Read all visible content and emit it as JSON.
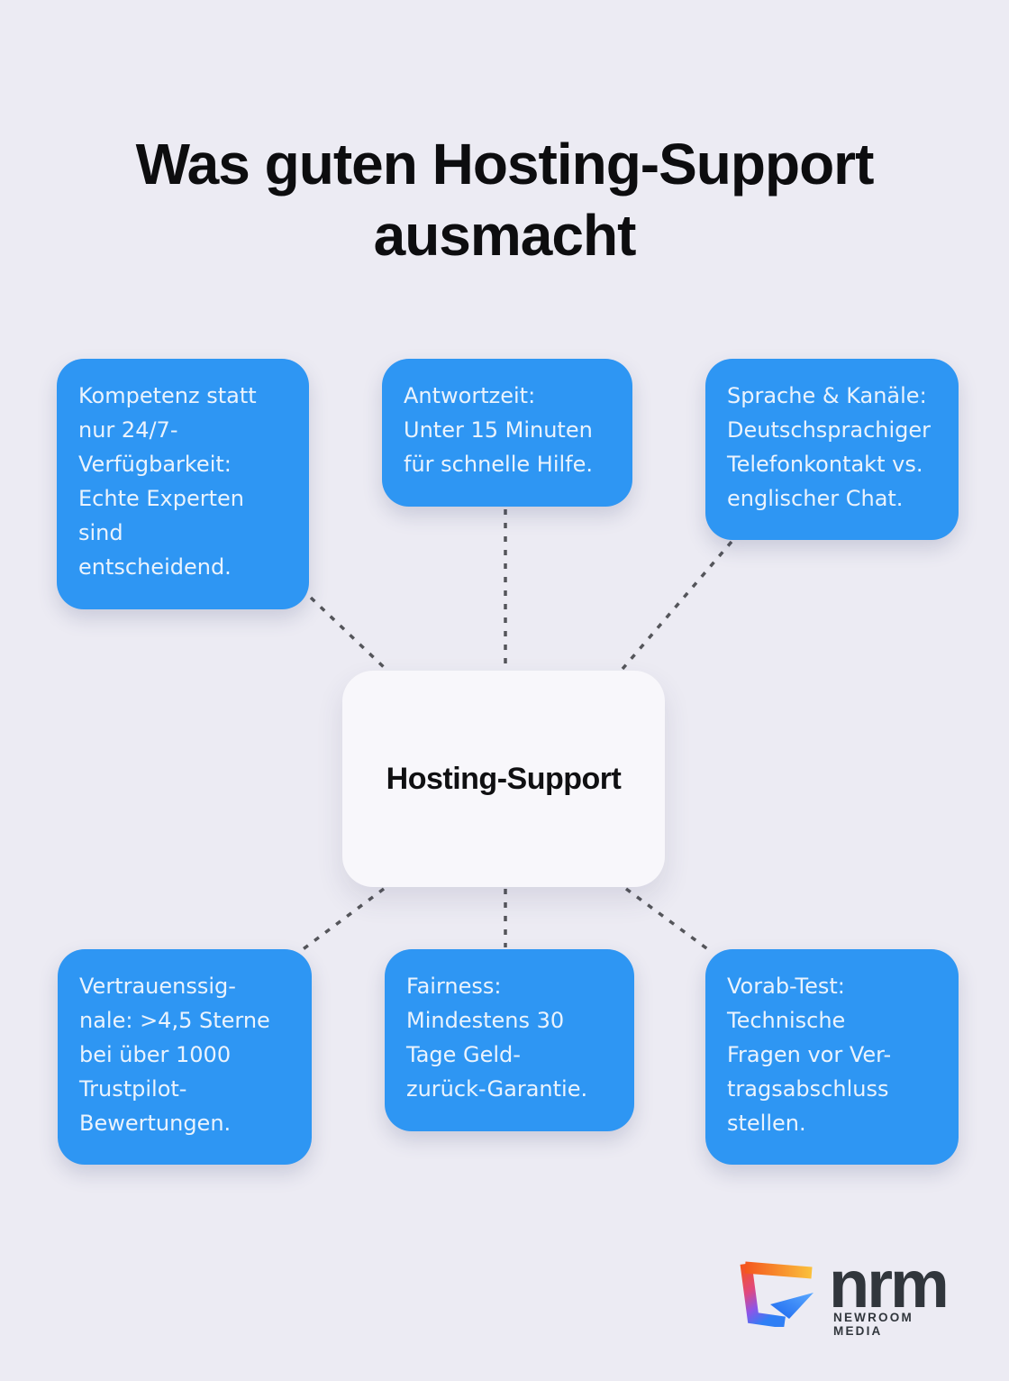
{
  "title": {
    "lines": [
      "Was guten Hosting-Support",
      "ausmacht"
    ]
  },
  "center": {
    "label": "Hosting-Support"
  },
  "nodes": [
    {
      "id": "kompetenz",
      "lines": [
        "Kompetenz statt",
        "nur 24/7-",
        "Verfügbarkeit:",
        "Echte Experten",
        "sind",
        "entscheidend."
      ]
    },
    {
      "id": "antwortzeit",
      "lines": [
        "Antwortzeit:",
        "Unter 15 Minuten",
        "für schnelle Hilfe."
      ]
    },
    {
      "id": "sprache-kanaele",
      "lines": [
        "Sprache & Kanäle:",
        "Deutschsprachiger",
        "Telefonkontakt vs.",
        "englischer Chat."
      ]
    },
    {
      "id": "vertrauenssignale",
      "lines": [
        "Vertrauenssig-",
        "nale: >4,5 Sterne",
        "bei über 1000",
        "Trustpilot-",
        "Bewertungen."
      ]
    },
    {
      "id": "fairness",
      "lines": [
        "Fairness:",
        "Mindestens 30",
        "Tage Geld-",
        "zurück-Garantie."
      ]
    },
    {
      "id": "vorab-test",
      "lines": [
        "Vorab-Test:",
        "Technische",
        "Fragen vor Ver-",
        "tragsabschluss",
        "stellen."
      ]
    }
  ],
  "logo": {
    "brand": "nrm",
    "tagline": "NEWROOM MEDIA"
  },
  "colors": {
    "background": "#ecebf3",
    "node_blue": "#2e96f3",
    "node_text": "#eaf3fd",
    "card_bg": "#f8f7fb",
    "title_text": "#0d0d0f",
    "connector_gray": "#54555a",
    "logo_text": "#31363c"
  }
}
